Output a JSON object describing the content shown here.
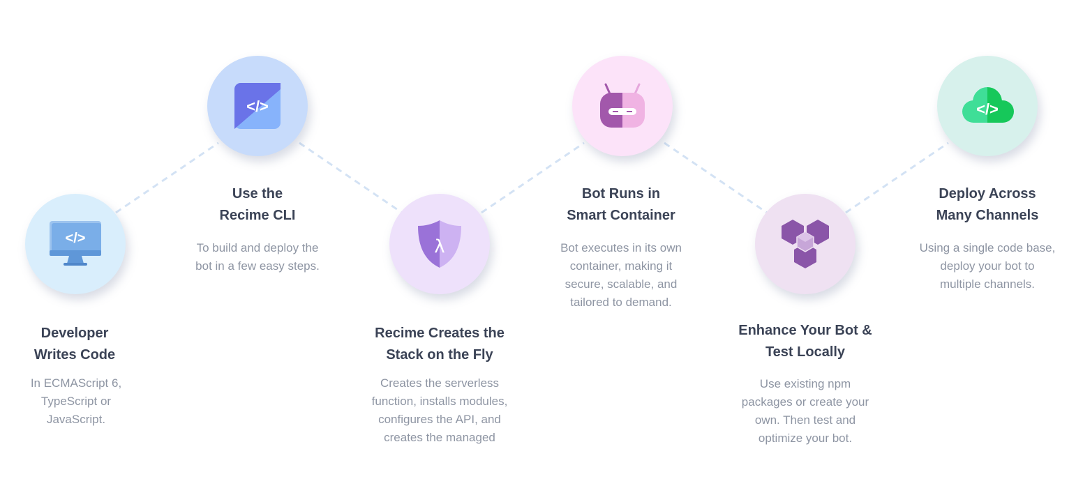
{
  "colors": {
    "connector": "#d3e2f4",
    "title_text": "#3b4356",
    "desc_text": "#8e95a3"
  },
  "steps": [
    {
      "icon": "monitor-code-icon",
      "circle_color": "#d9eefc",
      "title": [
        "Developer",
        "Writes Code"
      ],
      "description": [
        "In ECMAScript 6,",
        "TypeScript or",
        "JavaScript."
      ]
    },
    {
      "icon": "cli-code-icon",
      "circle_color": "#c7dbfb",
      "title": [
        "Use the",
        "Recime CLI"
      ],
      "description": [
        "To build and deploy the",
        "bot in a few easy steps."
      ]
    },
    {
      "icon": "lambda-shield-icon",
      "circle_color": "#eee1fb",
      "title": [
        "Recime Creates the",
        "Stack on the Fly"
      ],
      "description": [
        "Creates the serverless",
        "function, installs modules,",
        "configures the API, and",
        "creates the managed"
      ]
    },
    {
      "icon": "robot-head-icon",
      "circle_color": "#fce3f9",
      "title": [
        "Bot Runs in",
        "Smart Container"
      ],
      "description": [
        "Bot executes in its own",
        "container, making it",
        "secure, scalable, and",
        "tailored to demand."
      ]
    },
    {
      "icon": "npm-cubes-icon",
      "circle_color": "#efe1f2",
      "title": [
        "Enhance Your Bot &",
        "Test Locally"
      ],
      "description": [
        "Use existing npm",
        "packages or create your",
        "own. Then test and",
        "optimize your bot."
      ]
    },
    {
      "icon": "cloud-code-icon",
      "circle_color": "#d7f1ec",
      "title": [
        "Deploy Across",
        "Many Channels"
      ],
      "description": [
        "Using a single code base,",
        "deploy your bot to",
        "multiple channels."
      ]
    }
  ]
}
